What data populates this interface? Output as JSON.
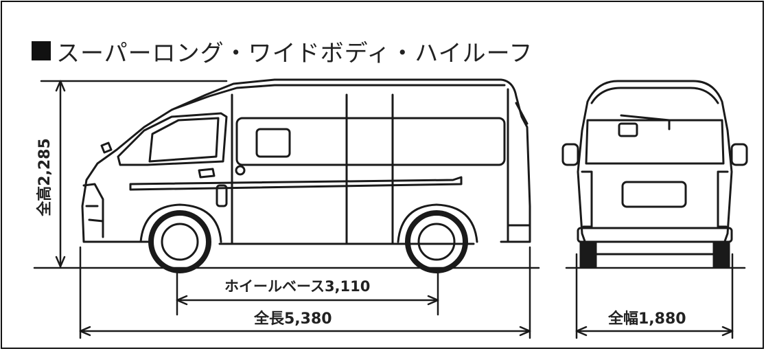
{
  "title": "スーパーロング・ワイドボディ・ハイルーフ",
  "dimensions": {
    "height": "全高2,285",
    "wheelbase": "ホイールベース3,110",
    "length": "全長5,380",
    "width": "全幅1,880"
  }
}
